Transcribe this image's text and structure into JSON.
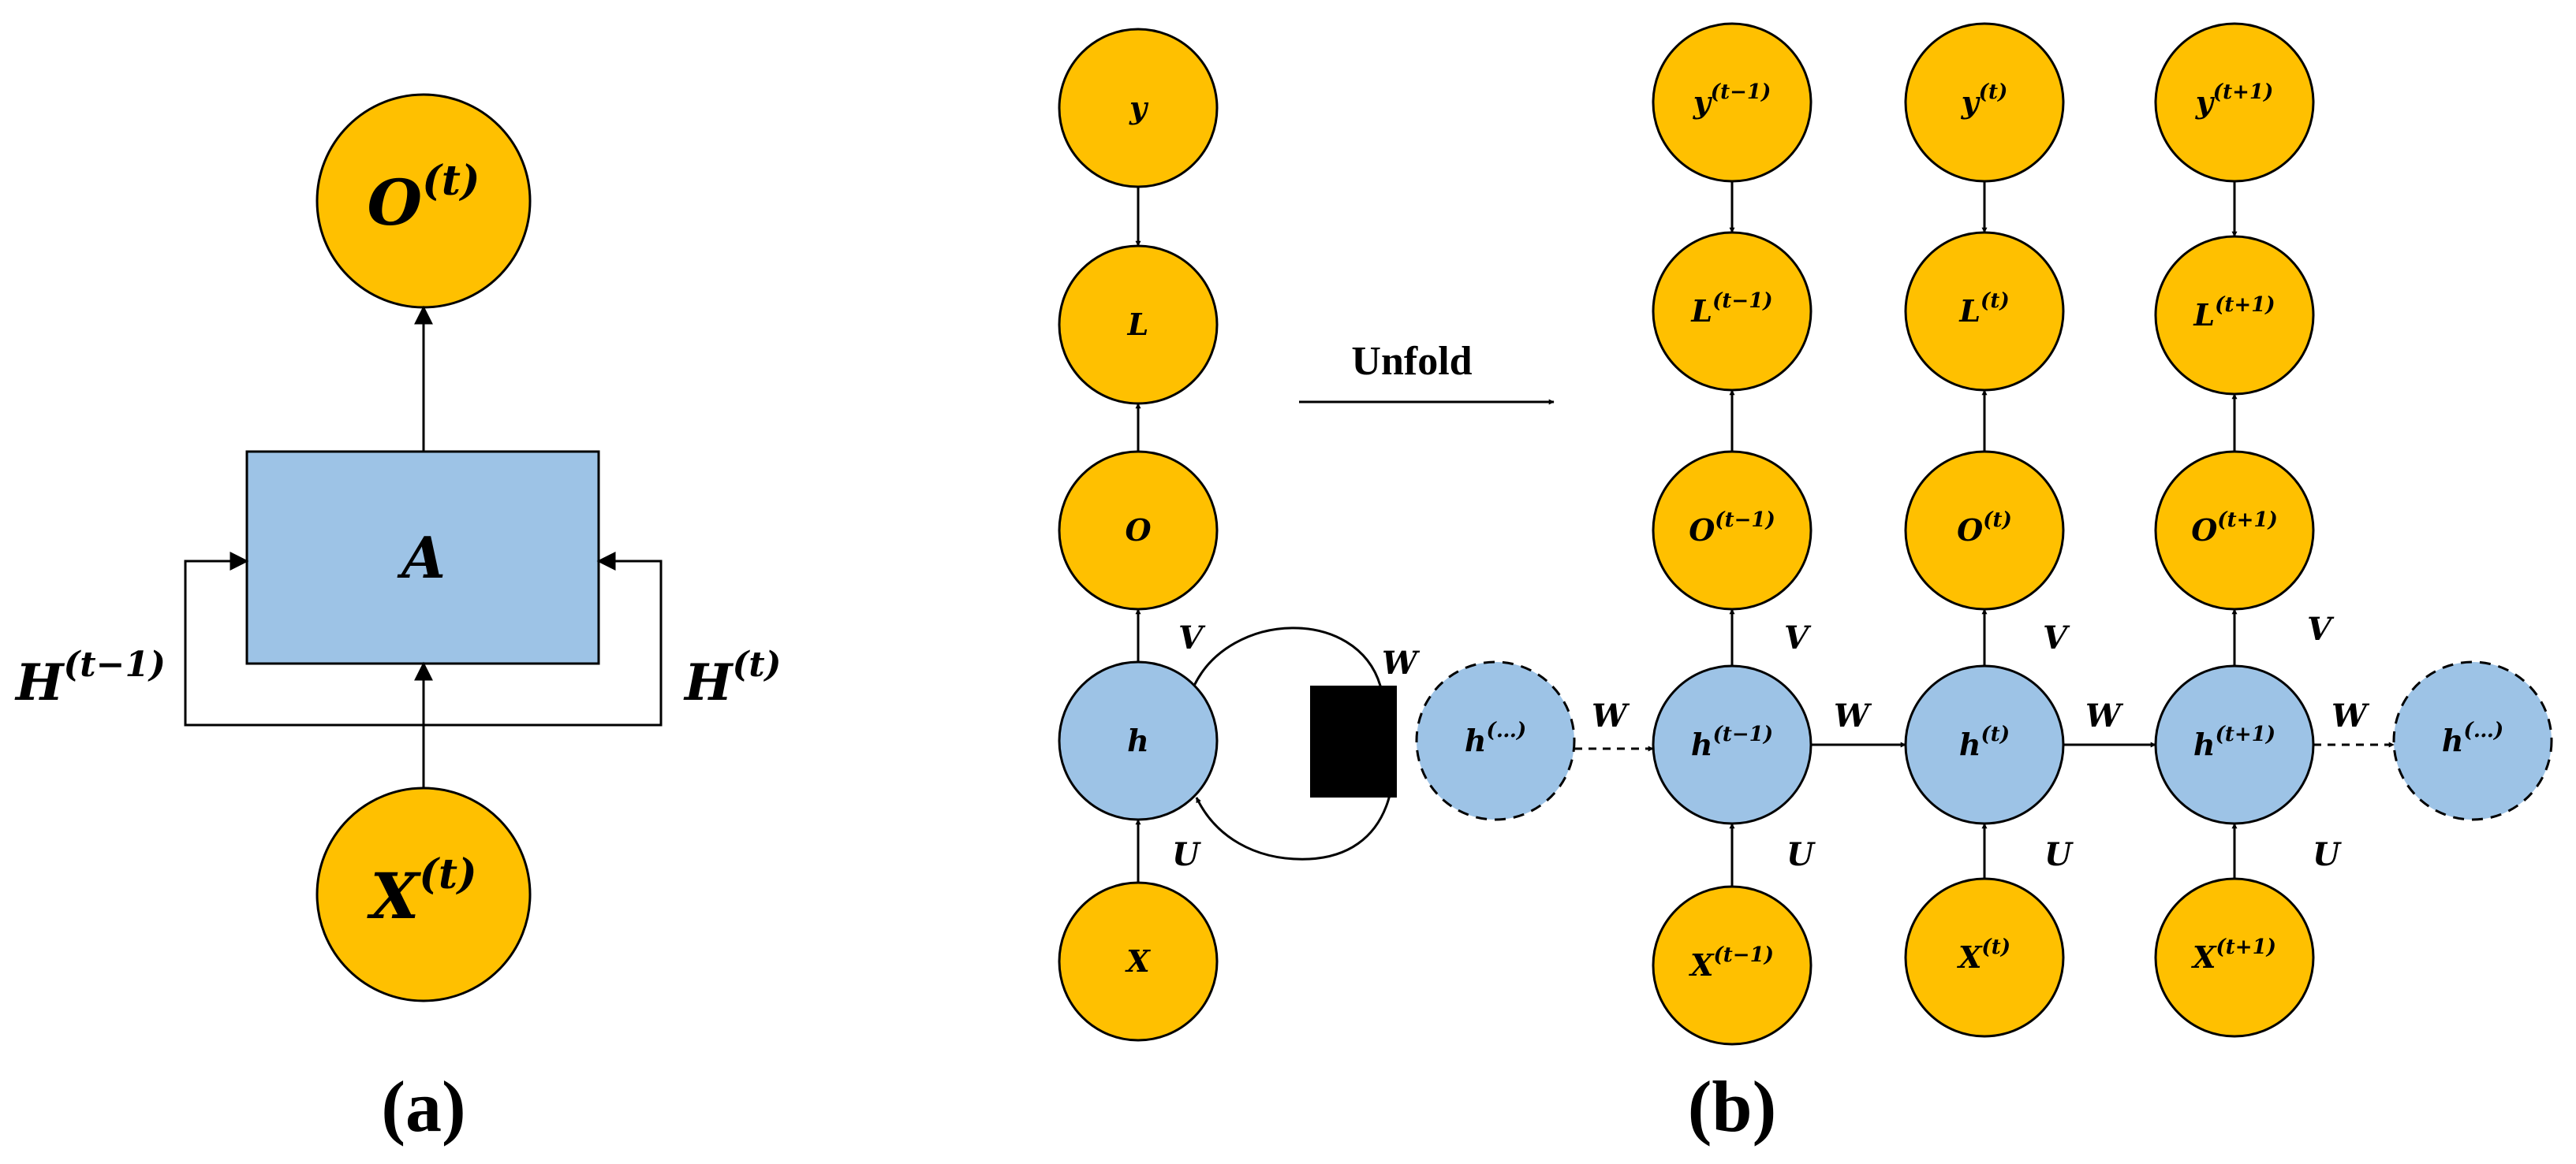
{
  "panel_a": {
    "caption": "(a)",
    "output_node": {
      "base": "O",
      "sup": "(t)"
    },
    "cell": {
      "label": "A"
    },
    "input_node": {
      "base": "X",
      "sup": "(t)"
    },
    "left_loop_label": {
      "base": "H",
      "sup": "(t−1)"
    },
    "right_loop_label": {
      "base": "H",
      "sup": "(t)"
    }
  },
  "panel_b": {
    "caption": "(b)",
    "unfold_label": "Unfold",
    "folded": {
      "y": "y",
      "L": "L",
      "O": "O",
      "h": "h",
      "X": "X",
      "V": "V",
      "U": "U",
      "W": "W"
    },
    "h_ellipsis": {
      "base": "h",
      "sup": "(…)"
    },
    "steps": [
      {
        "y": {
          "base": "y",
          "sup": "(t−1)"
        },
        "L": {
          "base": "L",
          "sup": "(t−1)"
        },
        "O": {
          "base": "O",
          "sup": "(t−1)"
        },
        "h": {
          "base": "h",
          "sup": "(t−1)"
        },
        "X": {
          "base": "X",
          "sup": "(t−1)"
        },
        "V": "V",
        "U": "U",
        "W": "W"
      },
      {
        "y": {
          "base": "y",
          "sup": "(t)"
        },
        "L": {
          "base": "L",
          "sup": "(t)"
        },
        "O": {
          "base": "O",
          "sup": "(t)"
        },
        "h": {
          "base": "h",
          "sup": "(t)"
        },
        "X": {
          "base": "X",
          "sup": "(t)"
        },
        "V": "V",
        "U": "U",
        "W": "W"
      },
      {
        "y": {
          "base": "y",
          "sup": "(t+1)"
        },
        "L": {
          "base": "L",
          "sup": "(t+1)"
        },
        "O": {
          "base": "O",
          "sup": "(t+1)"
        },
        "h": {
          "base": "h",
          "sup": "(t+1)"
        },
        "X": {
          "base": "X",
          "sup": "(t+1)"
        },
        "V": "V",
        "U": "U",
        "W": "W"
      }
    ],
    "last_w": "W"
  },
  "colors": {
    "node_orange": "#FFC000",
    "node_blue": "#9DC3E6",
    "stroke": "#000000"
  }
}
